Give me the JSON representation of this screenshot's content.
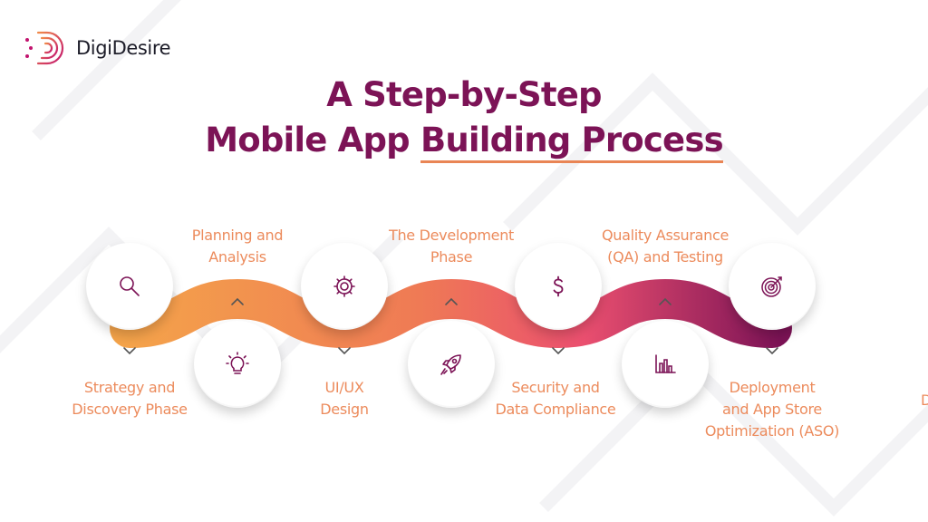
{
  "brand": {
    "name": "DigiDesire",
    "logo_icon": "digidesire-logo-icon"
  },
  "title": {
    "line1": "A Step-by-Step",
    "line2_plain": "Mobile App ",
    "line2_highlight": "Building Process"
  },
  "colors": {
    "title": "#7c1356",
    "label": "#ec8b5c",
    "connector_start": "#f4a34a",
    "connector_end": "#ea4f6f",
    "icon": "#7c1356"
  },
  "steps": [
    {
      "label_line1": "Strategy and",
      "label_line2": "Discovery Phase",
      "icon": "search-icon"
    },
    {
      "label_line1": "Planning and",
      "label_line2": "Analysis",
      "icon": "lightbulb-icon"
    },
    {
      "label_line1": "UI/UX",
      "label_line2": "Design",
      "icon": "gear-icon"
    },
    {
      "label_line1": "The Development",
      "label_line2": "Phase",
      "icon": "rocket-icon"
    },
    {
      "label_line1": "Security and",
      "label_line2": "Data Compliance",
      "icon": "dollar-icon"
    },
    {
      "label_line1": "Quality Assurance",
      "label_line2": "(QA) and Testing",
      "icon": "bar-chart-icon"
    },
    {
      "label_line1": "Deployment",
      "label_line2": "and App Store",
      "label_line3": "Optimization (ASO)",
      "icon": "target-icon"
    }
  ],
  "edge_fragment": "D"
}
